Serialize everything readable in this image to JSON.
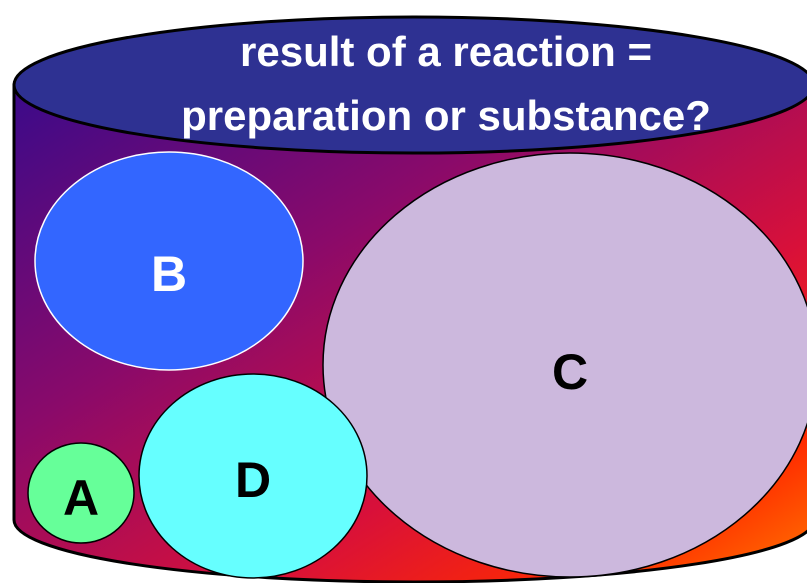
{
  "title": {
    "line1": "result of a reaction =",
    "line2": "preparation or substance?"
  },
  "sets": [
    {
      "id": "A",
      "label": "A",
      "fill": "#66ff99"
    },
    {
      "id": "B",
      "label": "B",
      "fill": "#3366ff"
    },
    {
      "id": "C",
      "label": "C",
      "fill": "#ccb8dd"
    },
    {
      "id": "D",
      "label": "D",
      "fill": "#66ffff"
    }
  ],
  "colors": {
    "lid": "#2e3192",
    "cylinder_gradient": [
      "#3a0a8a",
      "#8a0a6a",
      "#d8103a",
      "#ff2a00",
      "#ff7a00"
    ],
    "title_text": "#ffffff",
    "outline": "#000000"
  }
}
